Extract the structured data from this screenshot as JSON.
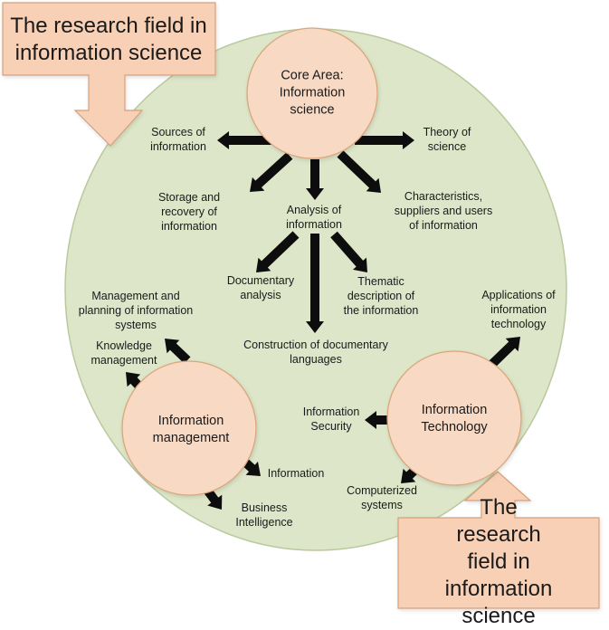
{
  "colors": {
    "big_circle_fill": "#dde6c9",
    "big_circle_stroke": "#b9c99e",
    "node_fill": "#f8d9c4",
    "node_stroke": "#d9a67c",
    "callout_fill": "#f7d0b5",
    "callout_stroke": "#d5a07a",
    "arrow": "#0d0d0d"
  },
  "callouts": {
    "top_left": "The research field in\ninformation science",
    "bottom_right": "The research field in\ninformation science"
  },
  "nodes": {
    "core": "Core Area:\nInformation\nscience",
    "management": "Information\nmanagement",
    "technology": "Information\nTechnology"
  },
  "labels": {
    "sources": "Sources of\ninformation",
    "theory": "Theory of\nscience",
    "storage": "Storage and\nrecovery of\ninformation",
    "analysis": "Analysis of\ninformation",
    "characteristics": "Characteristics,\nsuppliers and users\nof information",
    "documentary": "Documentary\nanalysis",
    "thematic": "Thematic\ndescription of\nthe information",
    "construction": "Construction of documentary\nlanguages",
    "mgmt_planning": "Management and\nplanning of information\nsystems",
    "knowledge": "Knowledge\nmanagement",
    "information": "Information",
    "business": "Business\nIntelligence",
    "applications": "Applications of\ninformation\ntechnology",
    "security": "Information\nSecurity",
    "computerized": "Computerized\nsystems"
  }
}
